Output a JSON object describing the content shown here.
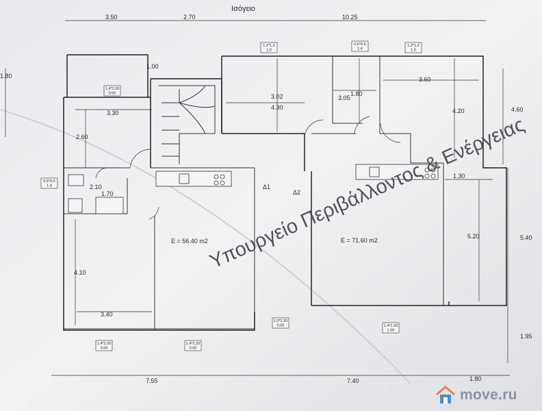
{
  "title": "Ισόγειο",
  "stamp": "Υπουργείο Περιβάλλοντος & Ενέργειας",
  "brand": "move.ru",
  "areas": {
    "left": "E = 56.40 m2",
    "right": "E = 71.60 m2"
  },
  "dimensions": {
    "top_a": "3.50",
    "top_b": "2.70",
    "top_c": "10.25",
    "bottom_a": "7.55",
    "bottom_b": "7.40",
    "bottom_c": "1.80",
    "left_edge_top": "1.80",
    "right_edge_a": "5.40",
    "right_edge_b": "1.95",
    "balcony_h": "1.00",
    "bed_w": "3.30",
    "bed_h": "2.60",
    "wc_w": "2.10",
    "wc_b": "1.70",
    "room_h": "4.10",
    "room_w": "3.40",
    "center_room_w": "4.30",
    "center_room_h": "3.02",
    "corridor_w": "1.80",
    "corridor_h": "3.05",
    "right_room_w": "3.60",
    "right_room_h": "4.20",
    "right_edge_c": "4.60",
    "pantry_w": "1.30",
    "side_h": "5.20"
  },
  "markers": {
    "d1": "Δ1",
    "d2": "Δ2"
  },
  "openings": [
    "1.2*1.2\n1.0",
    "0.6*0.6\n1.4",
    "1.2*1.2\n1.0",
    "1.4*2.20\n0.00",
    "0.6*0.6\n1.4",
    "1.4*2.20\n0.00",
    "1.4*2.20\n0.00",
    "1.0*2.20\n0.00",
    "1.4*1.20\n1.00"
  ]
}
